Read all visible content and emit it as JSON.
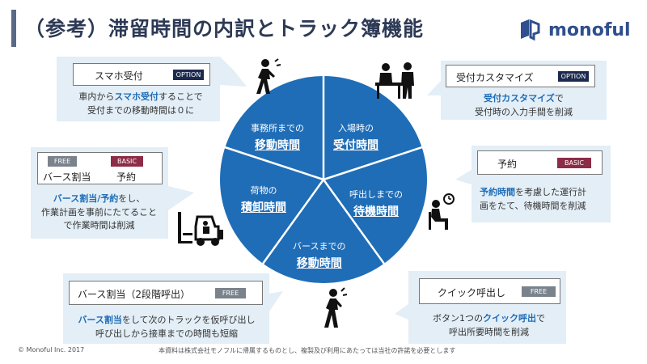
{
  "header": {
    "title": "（参考）滞留時間の内訳とトラック簿機能",
    "logo_text": "monoful"
  },
  "pie": {
    "segments": [
      {
        "sub": "事務所までの",
        "main": "移動時間"
      },
      {
        "sub": "入場時の",
        "main": "受付時間"
      },
      {
        "sub": "呼出しまでの",
        "main": "待機時間"
      },
      {
        "sub": "バースまでの",
        "main": "移動時間"
      },
      {
        "sub": "荷物の",
        "main": "積卸時間"
      }
    ],
    "color": "#1f6db7"
  },
  "cards": {
    "smartphone": {
      "title": "スマホ受付",
      "tag": "OPTION",
      "line1_pre": "車内から",
      "line1_hl": "スマホ受付",
      "line1_post": "することで",
      "line2": "受付までの移動時間は０に"
    },
    "customize": {
      "title": "受付カスタマイズ",
      "tag": "OPTION",
      "line1_hl": "受付カスタマイズ",
      "line1_post": "で",
      "line2": "受付時の入力手間を削減"
    },
    "berth": {
      "tag_free": "FREE",
      "tag_basic": "BASIC",
      "title1": "バース割当",
      "title2": "予約",
      "line1_hl": "バース割当/予約",
      "line1_post": "をし、",
      "line2": "作業計画を事前にたてること",
      "line3": "で作業時間は削減"
    },
    "reservation": {
      "title": "予約",
      "tag": "BASIC",
      "line1_hl": "予約時間",
      "line1_post": "を考慮した運行計",
      "line2": "画をたて、待機時間を削減"
    },
    "twostage": {
      "title": "バース割当（2段階呼出）",
      "tag": "FREE",
      "line1_hl": "バース割当",
      "line1_post": "をして次のトラックを仮呼び出し",
      "line2": "呼び出しから接車までの時間も短縮"
    },
    "quickcall": {
      "title": "クイック呼出し",
      "tag": "FREE",
      "line1_pre": "ボタン1つの",
      "line1_hl": "クイック呼出",
      "line1_post": "で",
      "line2": "呼出所要時間を削減"
    }
  },
  "footer": {
    "copyright": "© Monoful Inc. 2017",
    "notice": "本資料は株式会社モノフルに帰属するものとし、複製及び利用にあたっては当社の許諾を必要とします"
  }
}
